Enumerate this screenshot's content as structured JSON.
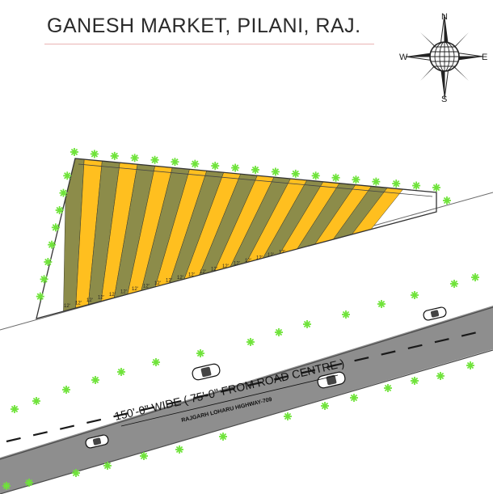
{
  "title": "GANESH MARKET, PILANI, RAJ.",
  "compass": {
    "north": "N",
    "south": "S",
    "east": "E",
    "west": "W"
  },
  "road": {
    "width_label": "150'-0\" WIDE ( 75'-0\" FROM ROAD CENTRE )",
    "highway_label": "RAJGARH LOHARU HIGHWAY-709"
  },
  "site": {
    "plot_width_label": "12'",
    "plot_count": 20,
    "colors": {
      "plot_yellow": "#ffbf1f",
      "plot_olive": "#8c8c4a",
      "road": "#8e8e8e",
      "boundary_tree": "#6fe33a"
    }
  }
}
